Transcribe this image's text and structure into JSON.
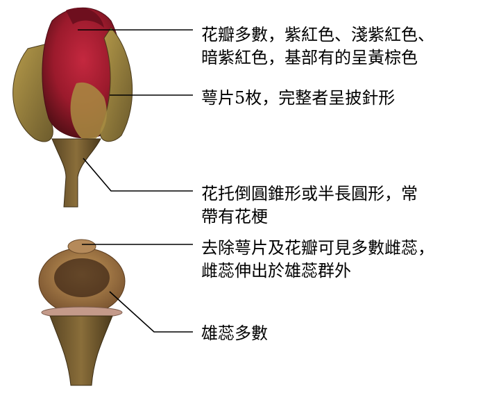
{
  "labels": {
    "petals": {
      "line1": "花瓣多數，紫紅色、淺紫紅色、",
      "line2": "暗紫紅色，基部有的呈黃棕色"
    },
    "sepals": {
      "line1": "萼片5枚，完整者呈披針形"
    },
    "receptacle": {
      "line1": "花托倒圓錐形或半長圓形，常",
      "line2": "帶有花梗"
    },
    "pistils": {
      "line1": "去除萼片及花瓣可見多數雌蕊，",
      "line2": "雌蕊伸出於雄蕊群外"
    },
    "stamens": {
      "line1": "雄蕊多數"
    }
  }
}
